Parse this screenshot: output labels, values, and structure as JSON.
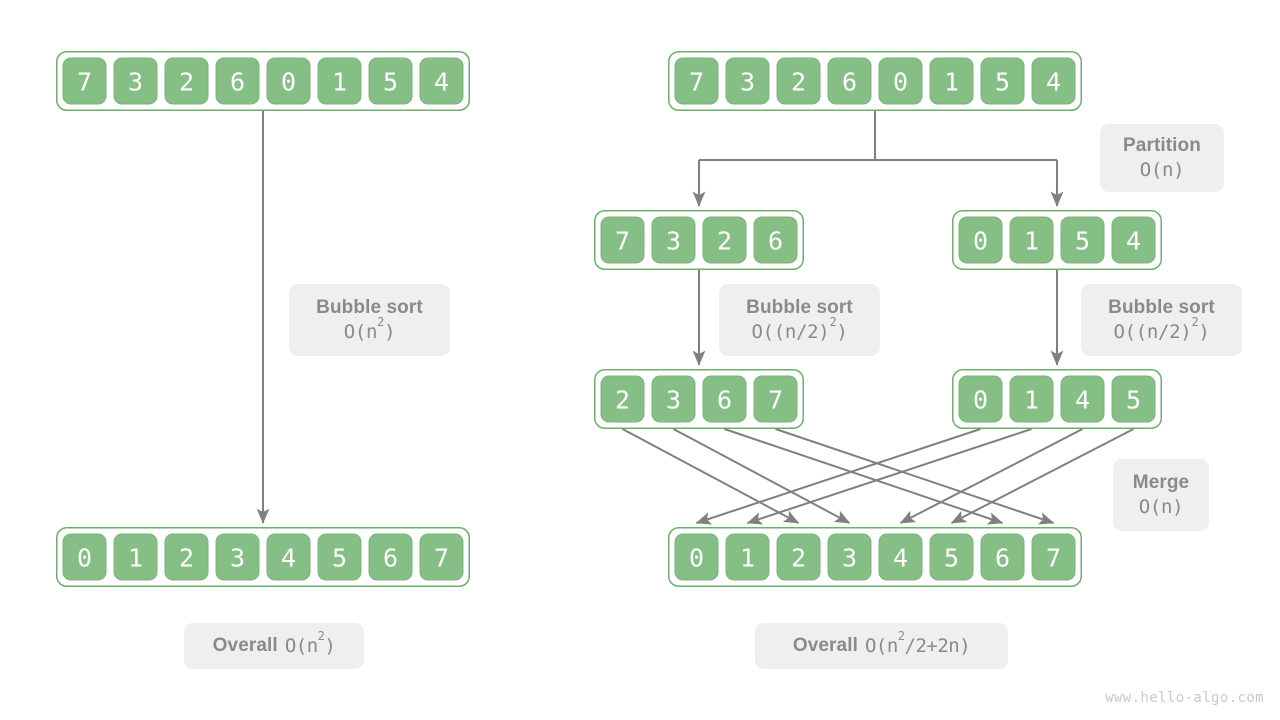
{
  "meta": {
    "watermark": "www.hello-algo.com",
    "colors": {
      "cell_fill": "#86bf86",
      "cell_border": "#7ab47a",
      "array_outline": "#6fae6f",
      "arrow": "#808080",
      "label_bg": "#efefef",
      "label_text": "#8a8a8a",
      "background": "#ffffff"
    }
  },
  "left_column": {
    "name": "bubble-sort-whole-array",
    "input_array": {
      "name": "unsorted-array",
      "values": [
        "7",
        "3",
        "2",
        "6",
        "0",
        "1",
        "5",
        "4"
      ]
    },
    "step_label": {
      "title": "Bubble sort",
      "complexity_base": "O(n",
      "complexity_exp": "2",
      "complexity_tail": ")"
    },
    "output_array": {
      "name": "sorted-array",
      "values": [
        "0",
        "1",
        "2",
        "3",
        "4",
        "5",
        "6",
        "7"
      ]
    },
    "overall_label": {
      "title": "Overall",
      "complexity_base": "O(n",
      "complexity_exp": "2",
      "complexity_tail": ")"
    }
  },
  "right_column": {
    "name": "divide-and-conquer-sort",
    "input_array": {
      "name": "unsorted-array",
      "values": [
        "7",
        "3",
        "2",
        "6",
        "0",
        "1",
        "5",
        "4"
      ]
    },
    "partition_label": {
      "title": "Partition",
      "complexity_base": "O(n)",
      "complexity_exp": "",
      "complexity_tail": ""
    },
    "left_subarray": {
      "name": "left-subarray-unsorted",
      "values": [
        "7",
        "3",
        "2",
        "6"
      ]
    },
    "right_subarray": {
      "name": "right-subarray-unsorted",
      "values": [
        "0",
        "1",
        "5",
        "4"
      ]
    },
    "left_sort_label": {
      "title": "Bubble sort",
      "complexity_base": "O((n/2)",
      "complexity_exp": "2",
      "complexity_tail": ")"
    },
    "right_sort_label": {
      "title": "Bubble sort",
      "complexity_base": "O((n/2)",
      "complexity_exp": "2",
      "complexity_tail": ")"
    },
    "left_subarray_sorted": {
      "name": "left-subarray-sorted",
      "values": [
        "2",
        "3",
        "6",
        "7"
      ]
    },
    "right_subarray_sorted": {
      "name": "right-subarray-sorted",
      "values": [
        "0",
        "1",
        "4",
        "5"
      ]
    },
    "merge_label": {
      "title": "Merge",
      "complexity_base": "O(n)",
      "complexity_exp": "",
      "complexity_tail": ""
    },
    "output_array": {
      "name": "merged-sorted-array",
      "values": [
        "0",
        "1",
        "2",
        "3",
        "4",
        "5",
        "6",
        "7"
      ]
    },
    "overall_label": {
      "title": "Overall",
      "complexity_base": "O(n",
      "complexity_exp": "2",
      "complexity_tail": "/2+2n)"
    }
  },
  "merge_mapping": {
    "description": "source cell index (0-3 left sorted, 4-7 right sorted) to destination index in merged array",
    "left_sources_to_dest": [
      2,
      3,
      6,
      7
    ],
    "right_sources_to_dest": [
      0,
      1,
      4,
      5
    ]
  }
}
